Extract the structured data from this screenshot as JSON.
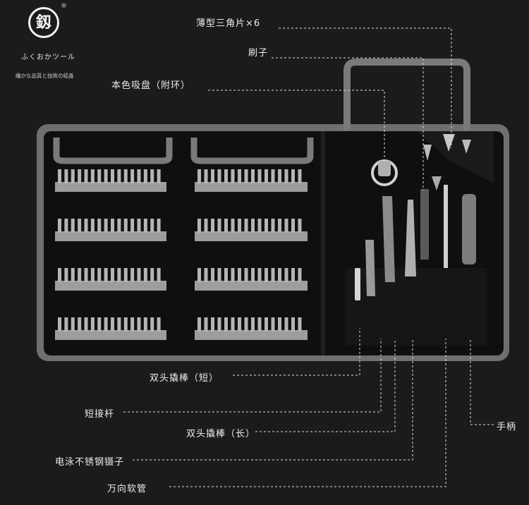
{
  "logo": {
    "glyph": "釼",
    "registered": "®",
    "name": "ふくおかツール",
    "tagline": "繊かな品質と技術の結晶"
  },
  "labels": {
    "triangle_picks": "薄型三角片×6",
    "brush": "刷子",
    "suction_cup": "本色吸盘（附环）",
    "double_pry_short": "双头撬棒（短）",
    "short_extension": "短接杆",
    "double_pry_long": "双头撬棒（长）",
    "tweezers": "电泳不锈钢镊子",
    "flex_shaft": "万向软管",
    "handle": "手柄"
  },
  "colors": {
    "background": "#1b1b1b",
    "pouch_rim": "#7d7d7d",
    "pouch_body": "#101010",
    "bit_metal": "#b5b5b5",
    "leader_line": "#dcdcdc"
  }
}
